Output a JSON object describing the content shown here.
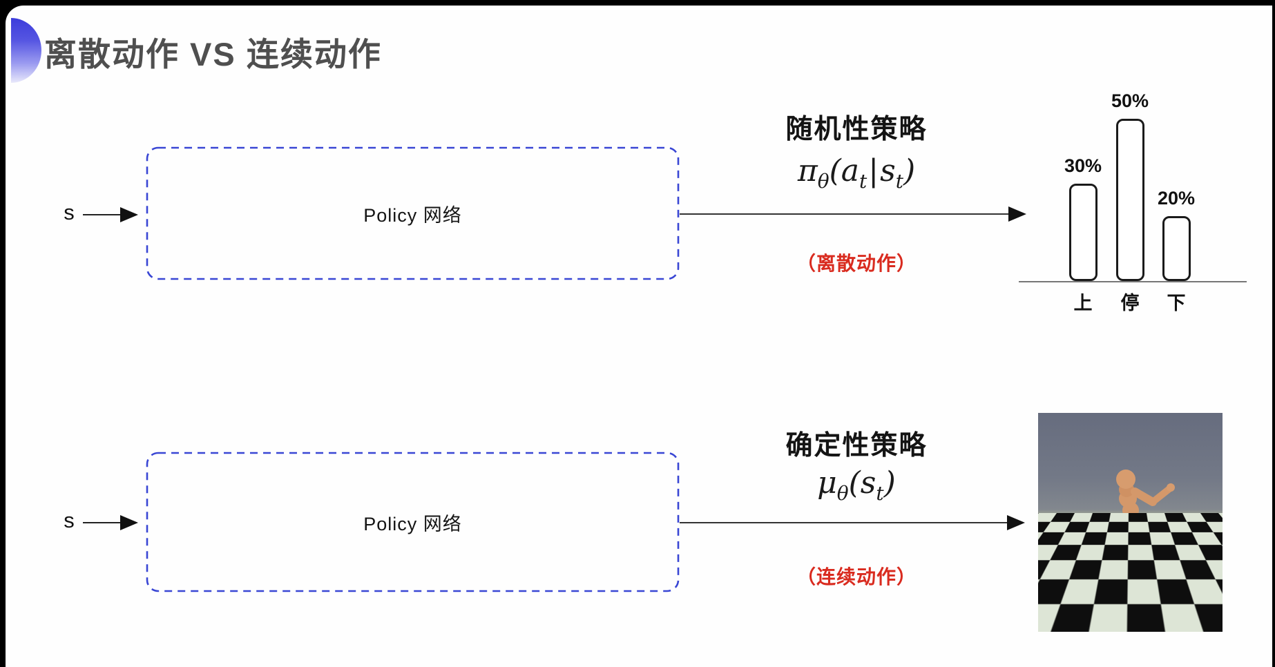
{
  "title": "离散动作 VS 连续动作",
  "rows": {
    "stochastic": {
      "state_label": "s",
      "box_label": "Policy 网络",
      "policy_title": "随机性策略",
      "formula": {
        "fn": "π",
        "fn_sub": "θ",
        "lparen": "(",
        "arg1": "a",
        "arg1_sub": "t",
        "pipe": "|",
        "arg2": "s",
        "arg2_sub": "t",
        "rparen": ")"
      },
      "action_note": "（离散动作）"
    },
    "deterministic": {
      "state_label": "s",
      "box_label": "Policy 网络",
      "policy_title": "确定性策略",
      "formula": {
        "fn": "μ",
        "fn_sub": "θ",
        "lparen": "(",
        "arg2": "s",
        "arg2_sub": "t",
        "rparen": ")"
      },
      "action_note": "（连续动作）"
    }
  },
  "chart_data": {
    "type": "bar",
    "categories": [
      "上",
      "停",
      "下"
    ],
    "values": [
      30,
      50,
      20
    ],
    "value_labels": [
      "30%",
      "50%",
      "20%"
    ],
    "ylim": [
      0,
      100
    ],
    "title": "",
    "xlabel": "",
    "ylabel": "",
    "grid": false,
    "legend": "none",
    "bar_style": "white fill, black rounded outline"
  },
  "media": {
    "humanoid_render": "mujoco-humanoid-on-checkerboard-floor"
  },
  "colors": {
    "box_border": "#3946d4",
    "title_gray": "#4f4f4f",
    "text_primary": "#141414",
    "note_red": "#d92b1f",
    "accent_blue": "#3c3cdb"
  }
}
